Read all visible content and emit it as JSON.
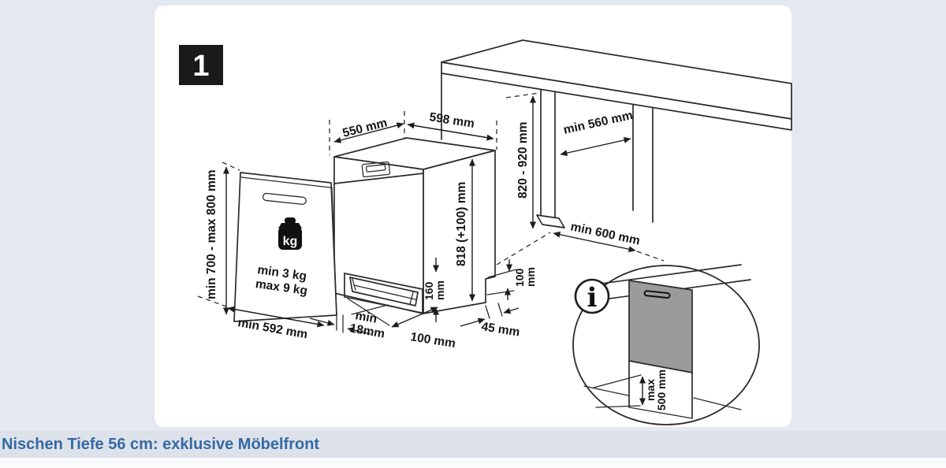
{
  "page": {
    "badge": "1",
    "caption": "Nischen Tiefe 56 cm: exklusive Möbelfront"
  },
  "colors": {
    "background": "#e4e8f0",
    "panel": "#ffffff",
    "caption_strip": "#dde2ea",
    "caption_text": "#3569a4",
    "line": "#2b2b2b",
    "badge_bg": "#1a1a1c",
    "inset_door_gray": "#9b9b9b"
  },
  "dimensions": {
    "top_depth": "550 mm",
    "top_width": "598 mm",
    "niche_depth": "min 560 mm",
    "niche_height": "820 - 920 mm",
    "floor_clearance": "min 600 mm",
    "door_height": "min 700 - max 800 mm",
    "door_width": "min 592 mm",
    "door_thickness_line1": "min",
    "door_thickness_line2": "18mm",
    "body_height": "818 (+100) mm",
    "kick_height_line1": "160",
    "kick_height_line2": "mm",
    "kick_depth": "100 mm",
    "base_offset": "45 mm",
    "base_height_line1": "100",
    "base_height_line2": "mm",
    "inset_clearance_line1": "max",
    "inset_clearance_line2": "500 mm",
    "door_weight_min": "min  3 kg",
    "door_weight_max": "max 9 kg",
    "weight_unit": "kg",
    "info_symbol": "i"
  }
}
